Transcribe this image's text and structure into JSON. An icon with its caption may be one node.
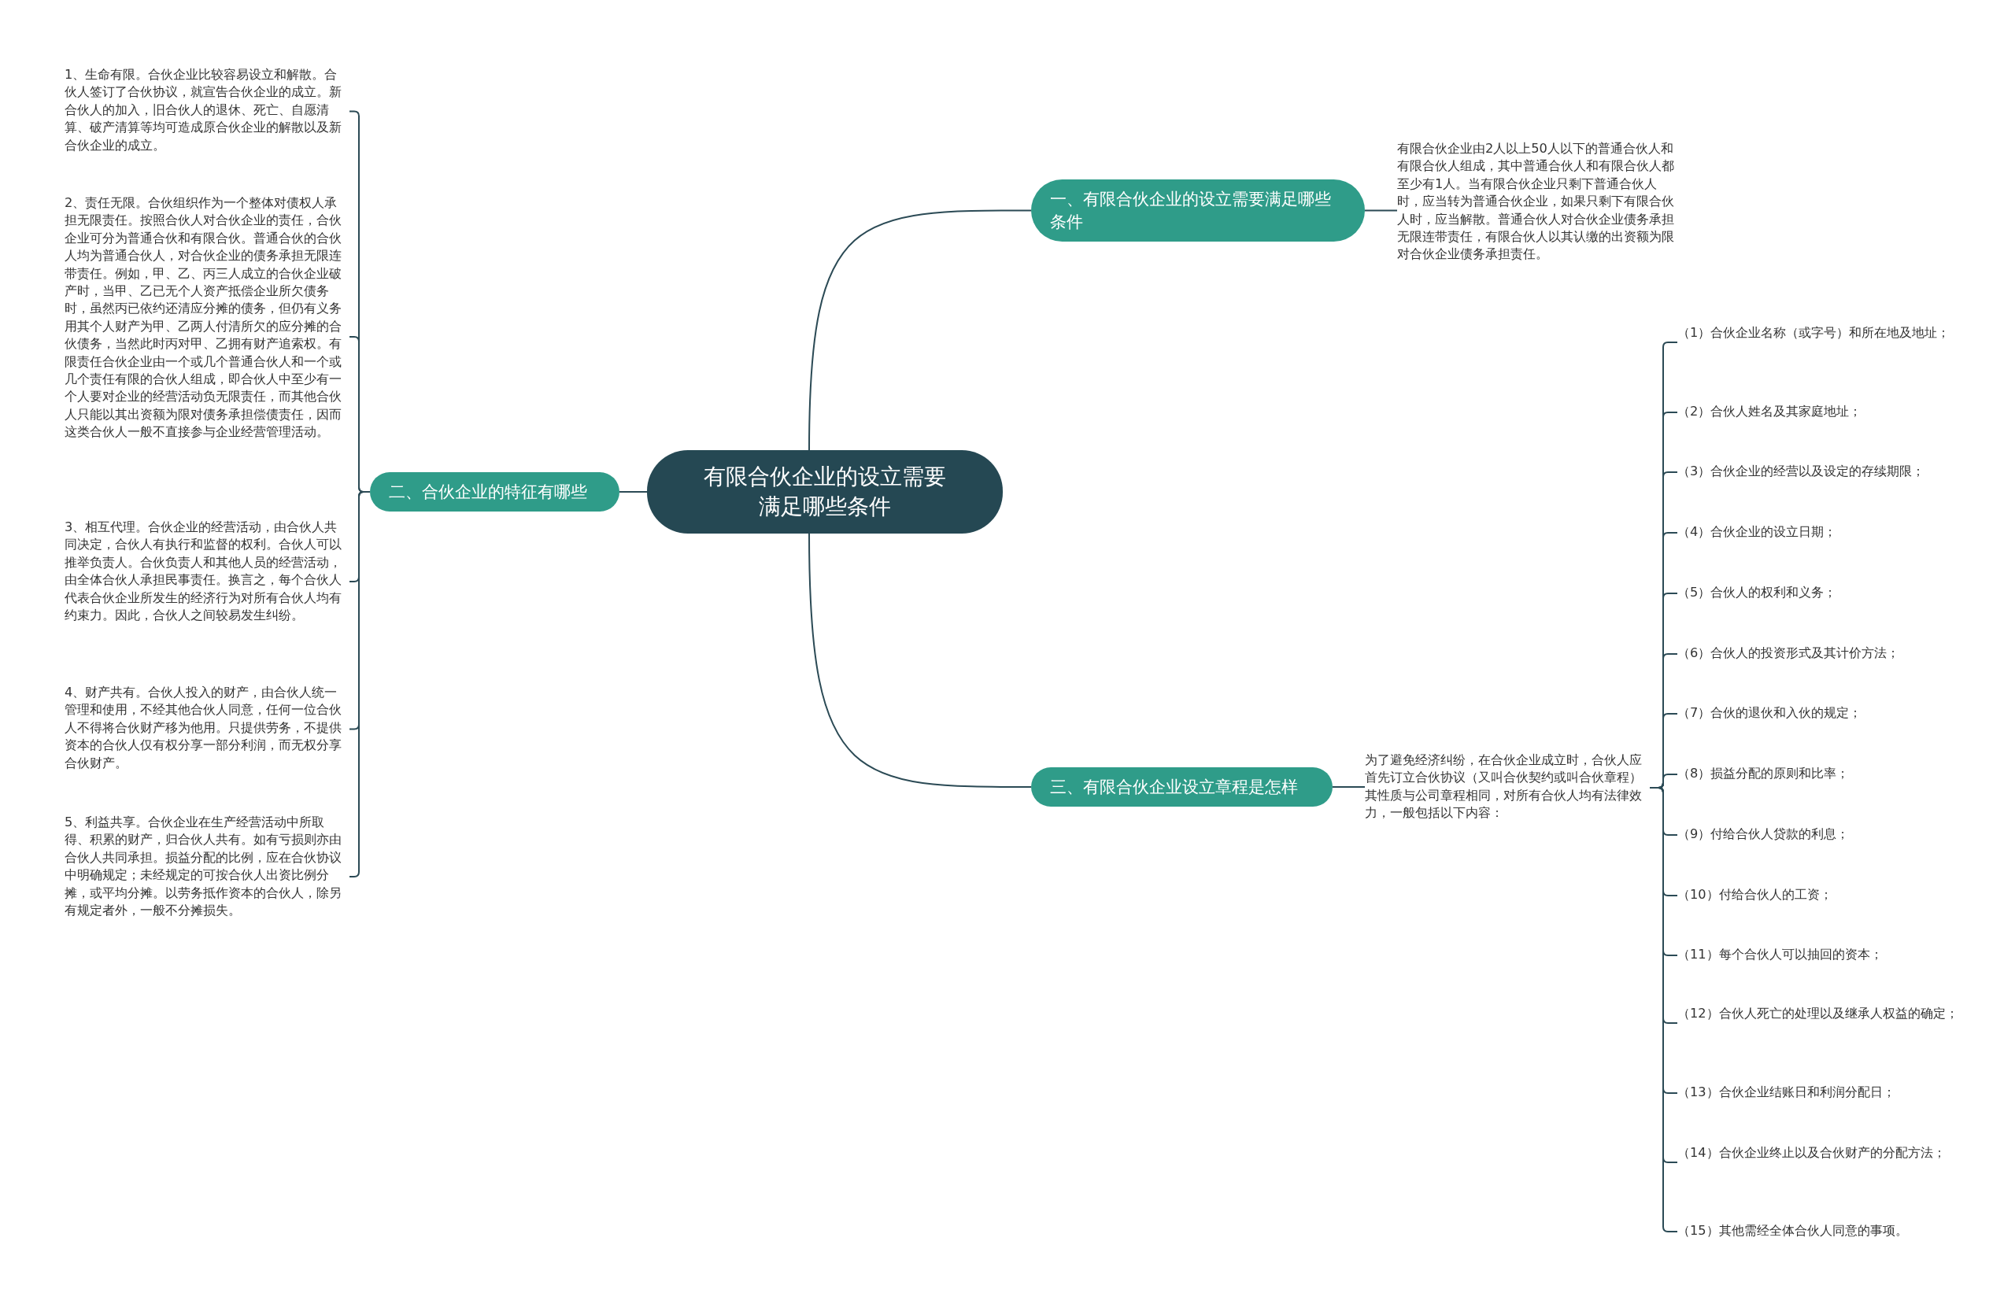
{
  "diagram": {
    "nodes": [
      {
        "text": [
          "有限合伙企业的设立需要满足哪些条件"
        ]
      },
      {
        "text": [
          "一、有限合伙企业的设立需要满足哪些条件"
        ]
      },
      {
        "text": [
          "有限合伙企业由2人以上50人以下的普通合伙人和有限合伙人组成，其中普通合伙人和有限合伙人都至少有1人。当有限合伙企业只剩下普通合伙人时，应当转为普通合伙企业，如果只剩下有限合伙人时，应当解散。普通合伙人对合伙企业债务承担无限连带责任，有限合伙人以其认缴的出资额为限对合伙企业债务承担责任。"
        ]
      },
      {
        "text": [
          "二、合伙企业的特征有哪些"
        ]
      },
      {
        "text": [
          "1、生命有限。合伙企业比较容易设立和解散。合伙人签订了合伙协议，就宣告合伙企业的成立。新合伙人的加入，旧合伙人的退休、死亡、自愿清算、破产清算等均可造成原合伙企业的解散以及新合伙企业的成立。"
        ]
      },
      {
        "text": [
          "2、责任无限。合伙组织作为一个整体对债权人承担无限责任。按照合伙人对合伙企业的责任，合伙企业可分为普通合伙和有限合伙。普通合伙的合伙人均为普通合伙人，对合伙企业的债务承担无限连带责任。例如，甲、乙、丙三人成立的合伙企业破产时，当甲、乙已无个人资产抵偿企业所欠债务时，虽然丙已依约还清应分摊的债务，但仍有义务用其个人财产为甲、乙两人付清所欠的应分摊的合伙债务，当然此时丙对甲、乙拥有财产追索权。有限责任合伙企业由一个或几个普通合伙人和一个或几个责任有限的合伙人组成，即合伙人中至少有一个人要对企业的经营活动负无限责任，而其他合伙人只能以其出资额为限对债务承担偿债责任，因而这类合伙人一般不直接参与企业经营管理活动。"
        ]
      },
      {
        "text": [
          "3、相互代理。合伙企业的经营活动，由合伙人共同决定，合伙人有执行和监督的权利。合伙人可以推举负责人。合伙负责人和其他人员的经营活动，由全体合伙人承担民事责任。换言之，每个合伙人代表合伙企业所发生的经济行为对所有合伙人均有约束力。因此，合伙人之间较易发生纠纷。"
        ]
      },
      {
        "text": [
          "4、财产共有。合伙人投入的财产，由合伙人统一管理和使用，不经其他合伙人同意，任何一位合伙人不得将合伙财产移为他用。只提供劳务，不提供资本的合伙人仅有权分享一部分利润，而无权分享合伙财产。"
        ]
      },
      {
        "text": [
          "5、利益共享。合伙企业在生产经营活动中所取得、积累的财产，归合伙人共有。如有亏损则亦由合伙人共同承担。损益分配的比例，应在合伙协议中明确规定；未经规定的可按合伙人出资比例分摊，或平均分摊。以劳务抵作资本的合伙人，除另有规定者外，一般不分摊损失。"
        ]
      },
      {
        "text": [
          "三、有限合伙企业设立章程是怎样"
        ]
      },
      {
        "text": [
          "为了避免经济纠纷，在合伙企业成立时，合伙人应首先订立合伙协议（又叫合伙契约或叫合伙章程）其性质与公司章程相同，对所有合伙人均有法律效力，一般包括以下内容："
        ]
      },
      {
        "text": [
          "（1）合伙企业名称（或字号）和所在地及地址；"
        ]
      },
      {
        "text": [
          "（2）合伙人姓名及其家庭地址；"
        ]
      },
      {
        "text": [
          "（3）合伙企业的经营以及设定的存续期限；"
        ]
      },
      {
        "text": [
          "（4）合伙企业的设立日期；"
        ]
      },
      {
        "text": [
          "（5）合伙人的权利和义务；"
        ]
      },
      {
        "text": [
          "（6）合伙人的投资形式及其计价方法；"
        ]
      },
      {
        "text": [
          "（7）合伙的退伙和入伙的规定；"
        ]
      },
      {
        "text": [
          "（8）损益分配的原则和比率；"
        ]
      },
      {
        "text": [
          "（9）付给合伙人贷款的利息；"
        ]
      },
      {
        "text": [
          "（10）付给合伙人的工资；"
        ]
      },
      {
        "text": [
          "（11）每个合伙人可以抽回的资本；"
        ]
      },
      {
        "text": [
          "（12）合伙人死亡的处理以及继承人权益的确定；"
        ]
      },
      {
        "text": [
          "（13）合伙企业结账日和利润分配日；"
        ]
      },
      {
        "text": [
          "（14）合伙企业终止以及合伙财产的分配方法；"
        ]
      },
      {
        "text": [
          "（15）其他需经全体合伙人同意的事项。"
        ]
      }
    ],
    "edges": [
      {
        "from": 0,
        "to": 1,
        "arrow": "none"
      },
      {
        "from": 0,
        "to": 3,
        "arrow": "none"
      },
      {
        "from": 0,
        "to": 9,
        "arrow": "none"
      },
      {
        "from": 1,
        "to": 2,
        "arrow": "none"
      },
      {
        "from": 3,
        "to": 4,
        "arrow": "none"
      },
      {
        "from": 3,
        "to": 5,
        "arrow": "none"
      },
      {
        "from": 3,
        "to": 6,
        "arrow": "none"
      },
      {
        "from": 3,
        "to": 7,
        "arrow": "none"
      },
      {
        "from": 3,
        "to": 8,
        "arrow": "none"
      },
      {
        "from": 9,
        "to": 10,
        "arrow": "none"
      },
      {
        "from": 10,
        "to": 11,
        "arrow": "none"
      },
      {
        "from": 10,
        "to": 12,
        "arrow": "none"
      },
      {
        "from": 10,
        "to": 13,
        "arrow": "none"
      },
      {
        "from": 10,
        "to": 14,
        "arrow": "none"
      },
      {
        "from": 10,
        "to": 15,
        "arrow": "none"
      },
      {
        "from": 10,
        "to": 16,
        "arrow": "none"
      },
      {
        "from": 10,
        "to": 17,
        "arrow": "none"
      },
      {
        "from": 10,
        "to": 18,
        "arrow": "none"
      },
      {
        "from": 10,
        "to": 19,
        "arrow": "none"
      },
      {
        "from": 10,
        "to": 20,
        "arrow": "none"
      },
      {
        "from": 10,
        "to": 21,
        "arrow": "none"
      },
      {
        "from": 10,
        "to": 22,
        "arrow": "none"
      },
      {
        "from": 10,
        "to": 23,
        "arrow": "none"
      },
      {
        "from": 10,
        "to": 24,
        "arrow": "none"
      },
      {
        "from": 10,
        "to": 25,
        "arrow": "none"
      }
    ]
  }
}
